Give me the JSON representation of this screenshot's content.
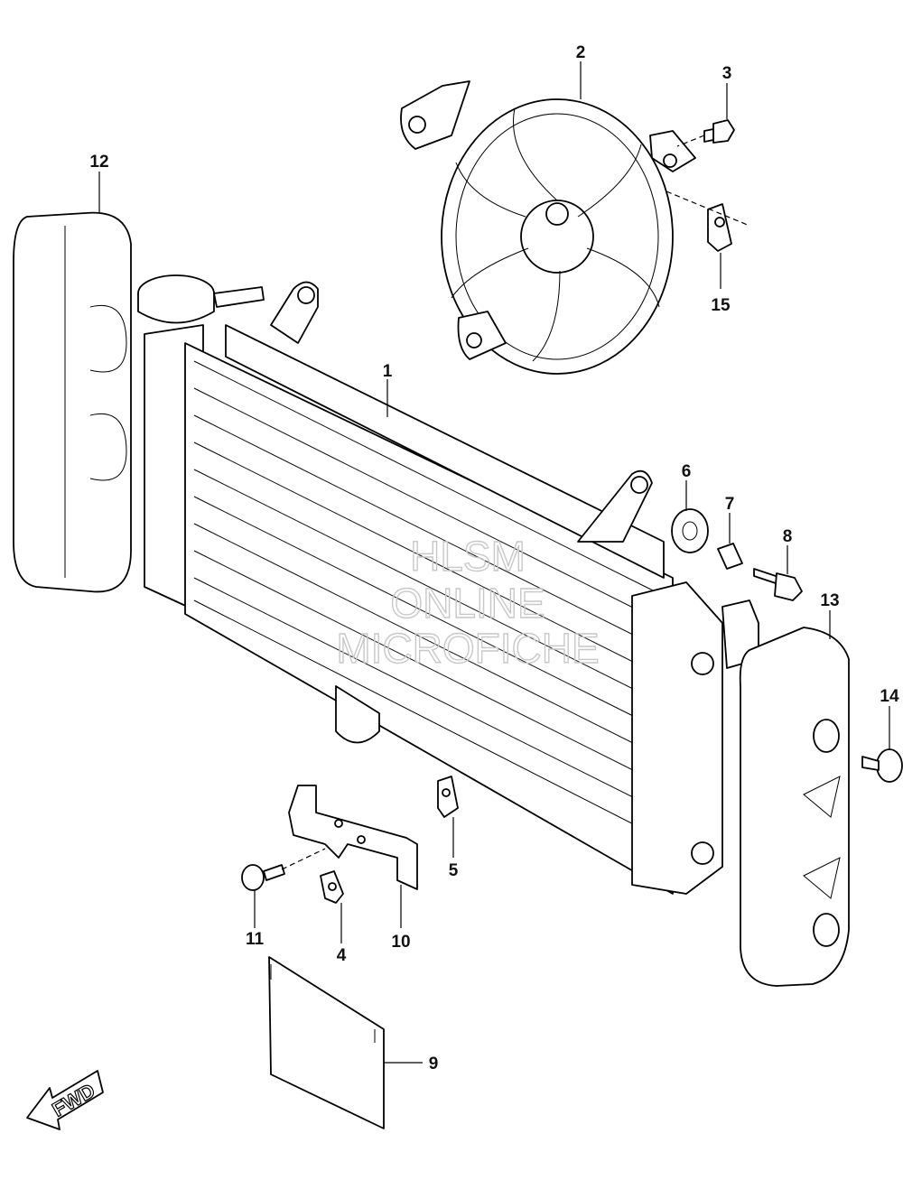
{
  "diagram": {
    "callouts": [
      "1",
      "2",
      "3",
      "4",
      "5",
      "6",
      "7",
      "8",
      "9",
      "10",
      "11",
      "12",
      "13",
      "14",
      "15"
    ],
    "watermark": [
      "HLSM",
      "ONLINE",
      "MICROFICHE"
    ],
    "direction_marker": "FWD"
  }
}
